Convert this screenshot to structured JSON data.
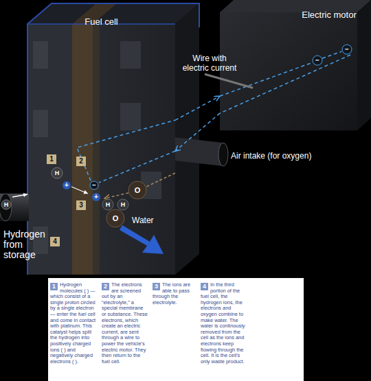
{
  "diagram": {
    "nodes": [
      {
        "text": [
          "Fuel cell"
        ]
      },
      {
        "text": [
          "Electric motor"
        ]
      }
    ],
    "edges": [
      {
        "from": 0,
        "to": 1,
        "arrow": "to"
      },
      {
        "from": 1,
        "to": 0,
        "arrow": "to"
      }
    ],
    "labels": [
      "Wire with electric current",
      "Air intake (for oxygen)",
      "1",
      "H",
      "2",
      "+",
      "−",
      "3",
      "+",
      "H",
      "H",
      "O",
      "Water",
      "4",
      "H",
      "Hydrogen from storage",
      "O",
      "−",
      "−",
      "1",
      "Hydrogen molecules ( ) — which consist of a single proton circled by a single electron — enter the fuel cell and come in contact with platinum. This catalyst helps split the hydrogen into positively charged ions ( ) and negatively charged electrons ( ).",
      "2",
      "The electrons are screened out by an “electrolyte,” a special membrane or substance. These electrons, which create an electric current, are sent through a wire to power the vehicle's electric motor. They then return to the fuel cell.",
      "3",
      "The ions are able to pass through the electrolyte.",
      "4",
      "In the third portion of the fuel cell, the hydrogen ions, the electrons and oxygen combine to make water. The water is continously removed from the cell as the ions and electrons keep flowing through the cell. It is the cell's only waste product."
    ]
  }
}
